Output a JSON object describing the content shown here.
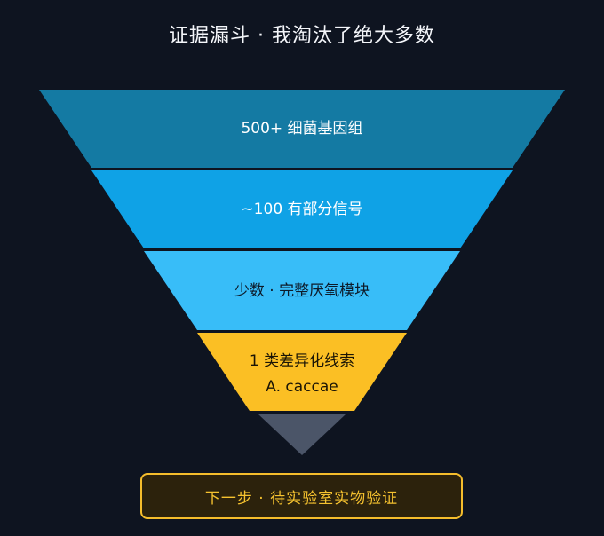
{
  "title": "证据漏斗 · 我淘汰了绝大多数",
  "colors": {
    "background": "#0e1420",
    "layer1": "#147aa3",
    "layer2": "#0fa2e6",
    "layer3": "#38bdf8",
    "layer4": "#fbbf24",
    "tip": "#4b5568",
    "accent": "#f5bd2c"
  },
  "funnel": {
    "layers": [
      {
        "lines": [
          "500+ 细菌基因组"
        ]
      },
      {
        "lines": [
          "~100 有部分信号"
        ]
      },
      {
        "lines": [
          "少数 · 完整厌氧模块"
        ]
      },
      {
        "lines": [
          "1 类差异化线索",
          "A. caccae"
        ]
      }
    ]
  },
  "next_step": {
    "label": "下一步 · 待实验室实物验证"
  }
}
